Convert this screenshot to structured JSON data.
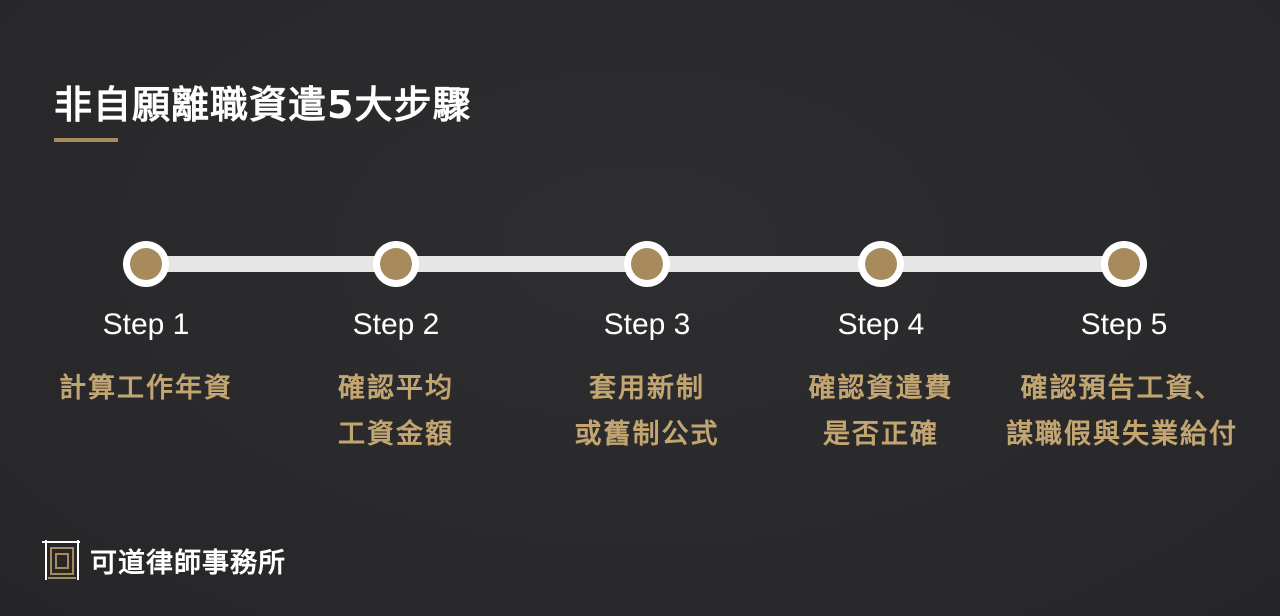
{
  "title": "非自願離職資遣5大步驟",
  "steps": [
    {
      "label": "Step 1",
      "lines": [
        "計算工作年資"
      ]
    },
    {
      "label": "Step 2",
      "lines": [
        "確認平均",
        "工資金額"
      ]
    },
    {
      "label": "Step 3",
      "lines": [
        "套用新制",
        "或舊制公式"
      ]
    },
    {
      "label": "Step 4",
      "lines": [
        "確認資遣費",
        "是否正確"
      ]
    },
    {
      "label": "Step 5",
      "lines": [
        "確認預告工資、",
        "謀職假與失業給付"
      ]
    }
  ],
  "brand": {
    "name": "可道律師事務所",
    "logo_icon": "law-firm-logo-icon"
  },
  "colors": {
    "background": "#2a2a2c",
    "accent_gold": "#a88b5c",
    "text_gold": "#c2a571",
    "track": "#e6e6e6",
    "title": "#ffffff"
  }
}
